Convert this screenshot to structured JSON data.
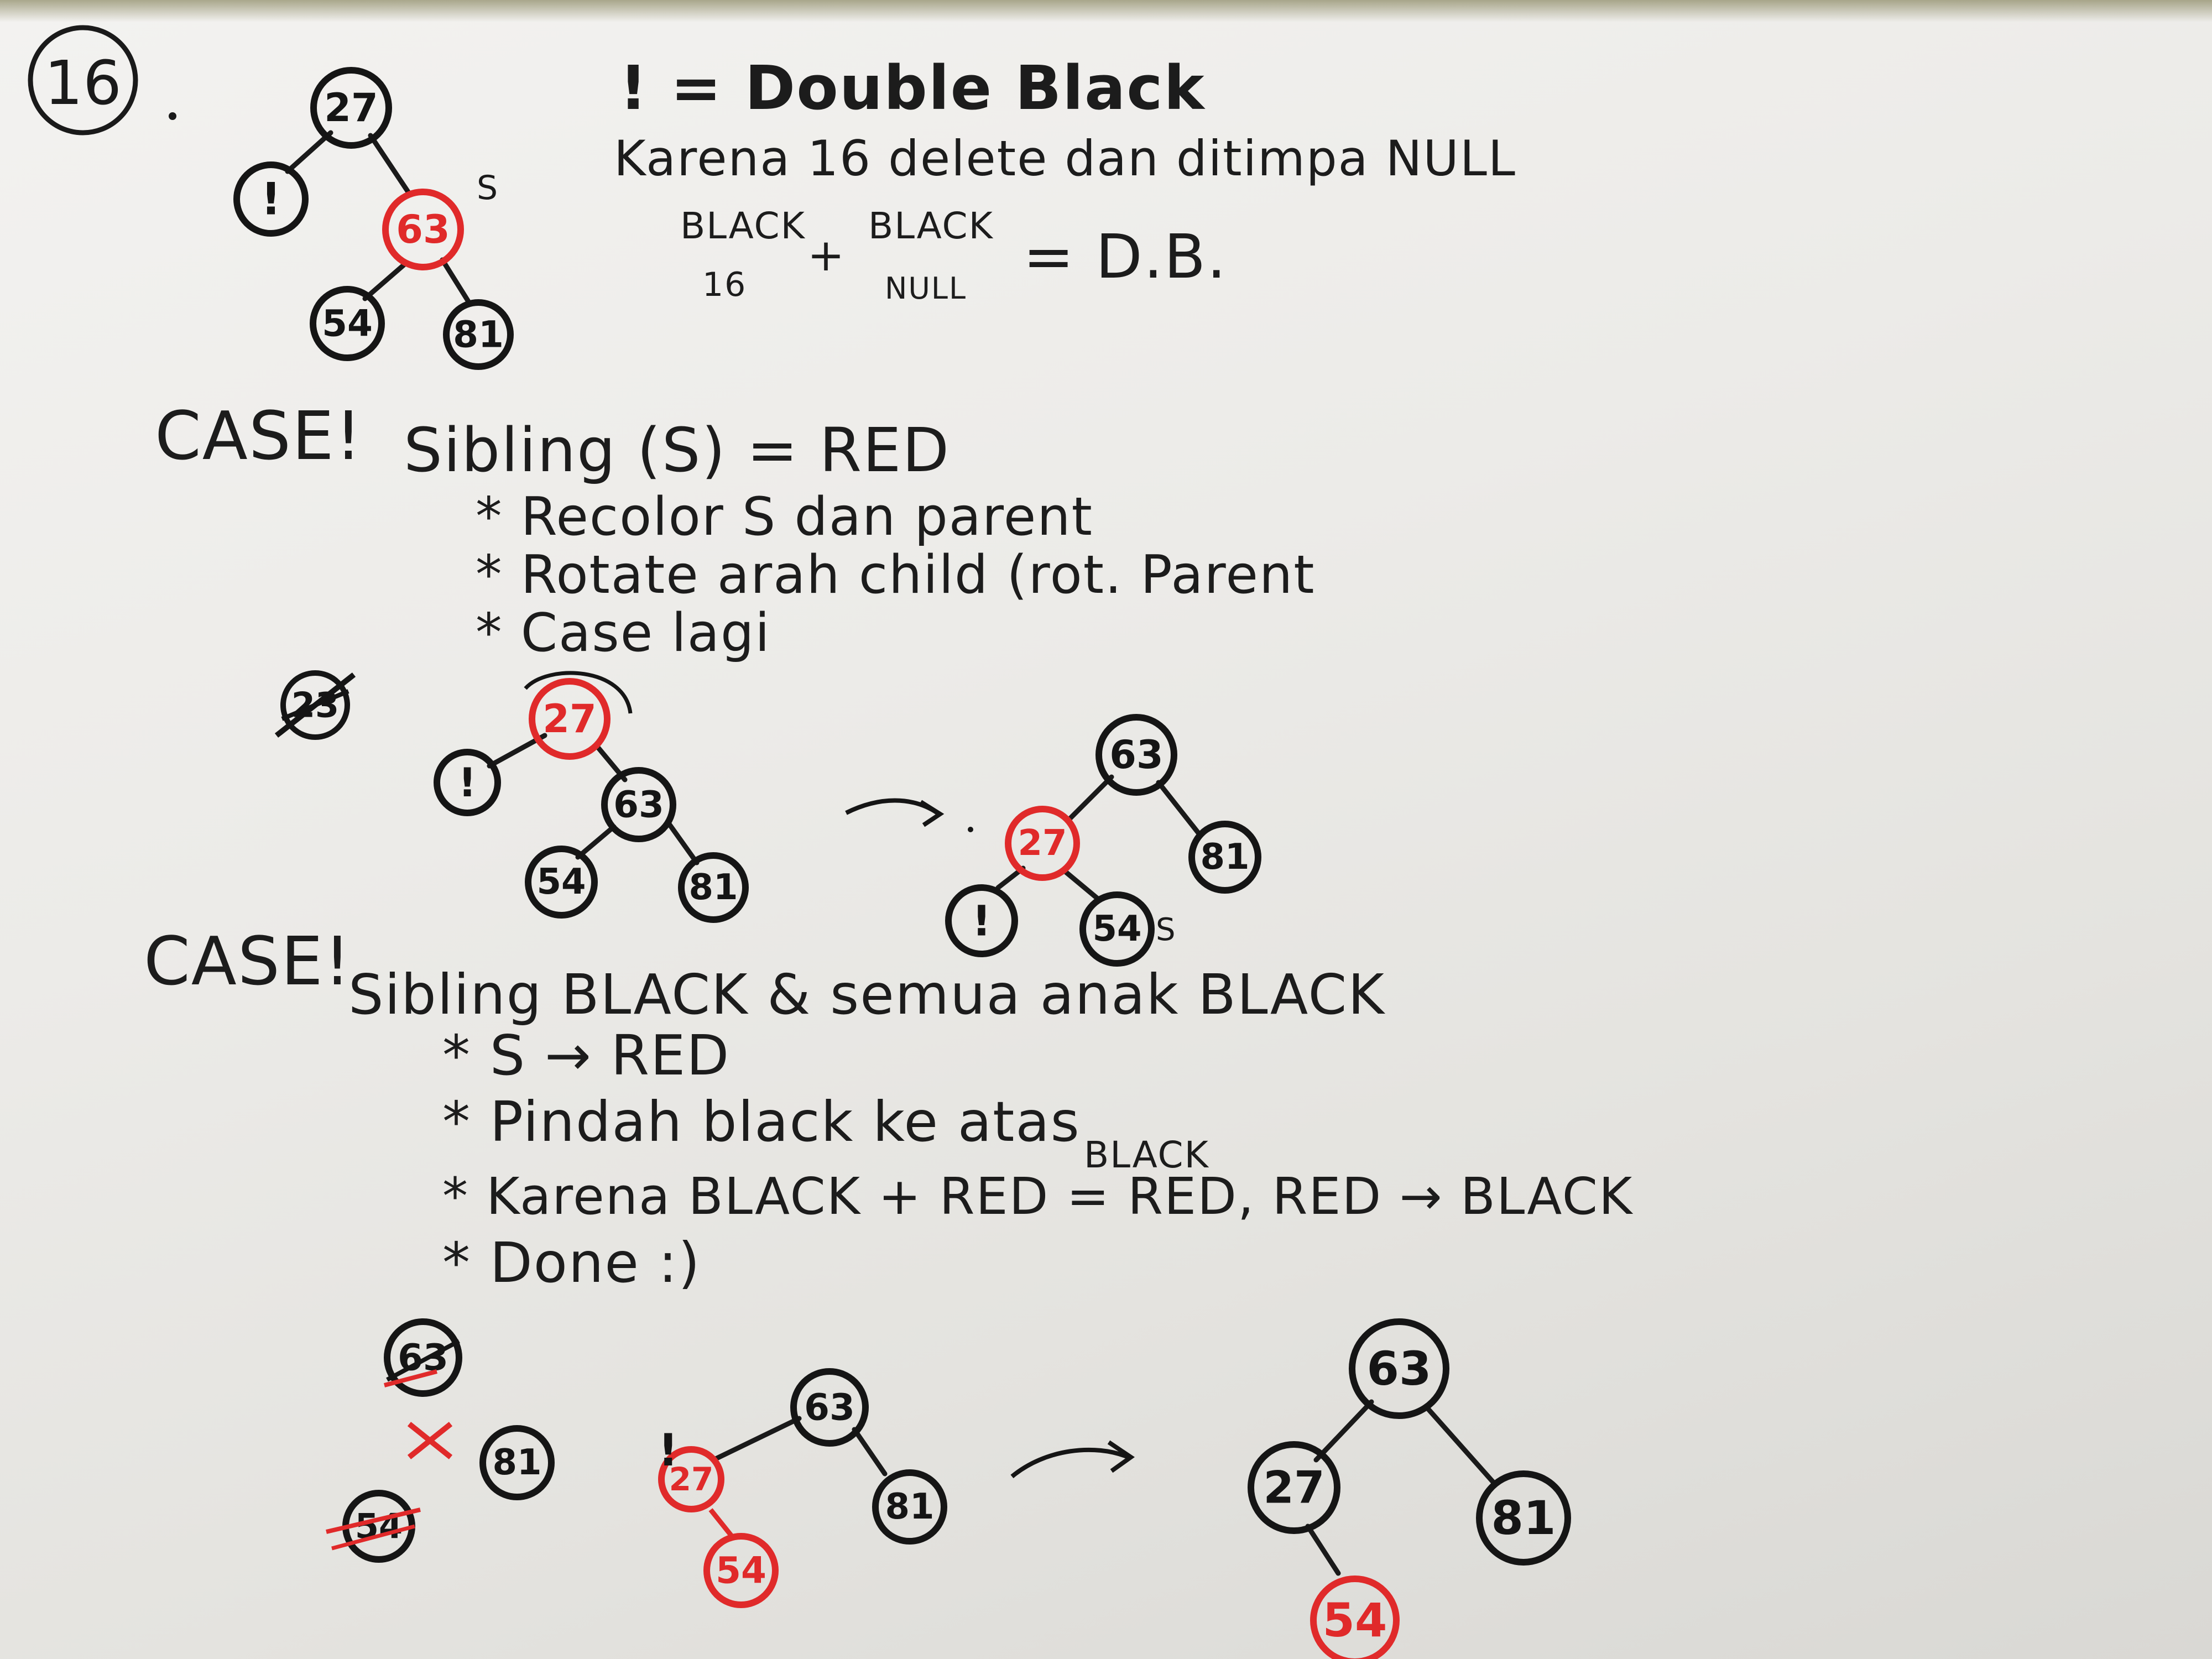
{
  "problem_number": "16",
  "header": {
    "legend_symbol": "!",
    "legend_label": "= Double Black",
    "reason": "Karena 16 delete dan ditimpa NULL",
    "formula_term1_top": "BLACK",
    "formula_term1_bottom": "16",
    "formula_plus": "+",
    "formula_term2_top": "BLACK",
    "formula_term2_bottom": "NULL",
    "formula_result": "= D.B."
  },
  "case1": {
    "title": "CASE!",
    "condition": "Sibling (S) = RED",
    "steps": [
      "* Recolor S dan parent",
      "* Rotate arah child (rot. Parent",
      "* Case lagi"
    ],
    "crossed_label": "23"
  },
  "case2": {
    "title": "CASE!",
    "condition": "Sibling BLACK & semua anak BLACK",
    "steps": [
      "* S → RED",
      "* Pindah black ke atas",
      "* Karena BLACK + RED = RED, RED → BLACK",
      "* Done :)"
    ],
    "annotation_above": "BLACK"
  },
  "colors": {
    "black_node": "#151515",
    "red_node": "#e02a2a",
    "ink": "#1c1c1c"
  },
  "trees": {
    "tree0": {
      "nodes": [
        {
          "label": "27",
          "color": "black"
        },
        {
          "label": "!",
          "color": "black"
        },
        {
          "label": "63",
          "color": "red",
          "tag": "S"
        },
        {
          "label": "54",
          "color": "black"
        },
        {
          "label": "81",
          "color": "black"
        }
      ]
    },
    "tree1a": {
      "nodes": [
        {
          "label": "27",
          "color": "red"
        },
        {
          "label": "!",
          "color": "black"
        },
        {
          "label": "63",
          "color": "black"
        },
        {
          "label": "54",
          "color": "black"
        },
        {
          "label": "81",
          "color": "black"
        }
      ]
    },
    "tree1b": {
      "nodes": [
        {
          "label": "63",
          "color": "black"
        },
        {
          "label": "27",
          "color": "red"
        },
        {
          "label": "81",
          "color": "black"
        },
        {
          "label": "!",
          "color": "black"
        },
        {
          "label": "54",
          "color": "black",
          "tag": "S"
        }
      ]
    },
    "tree2a": {
      "nodes": [
        {
          "label": "63",
          "color": "black"
        },
        {
          "label": "81",
          "color": "black"
        },
        {
          "label": "54",
          "color": "black"
        }
      ]
    },
    "tree2b": {
      "nodes": [
        {
          "label": "63",
          "color": "black"
        },
        {
          "label": "27",
          "color": "red",
          "mark": "!"
        },
        {
          "label": "81",
          "color": "black"
        },
        {
          "label": "54",
          "color": "red"
        }
      ]
    },
    "tree2c": {
      "nodes": [
        {
          "label": "63",
          "color": "black"
        },
        {
          "label": "27",
          "color": "black"
        },
        {
          "label": "81",
          "color": "black"
        },
        {
          "label": "54",
          "color": "red"
        }
      ]
    }
  }
}
